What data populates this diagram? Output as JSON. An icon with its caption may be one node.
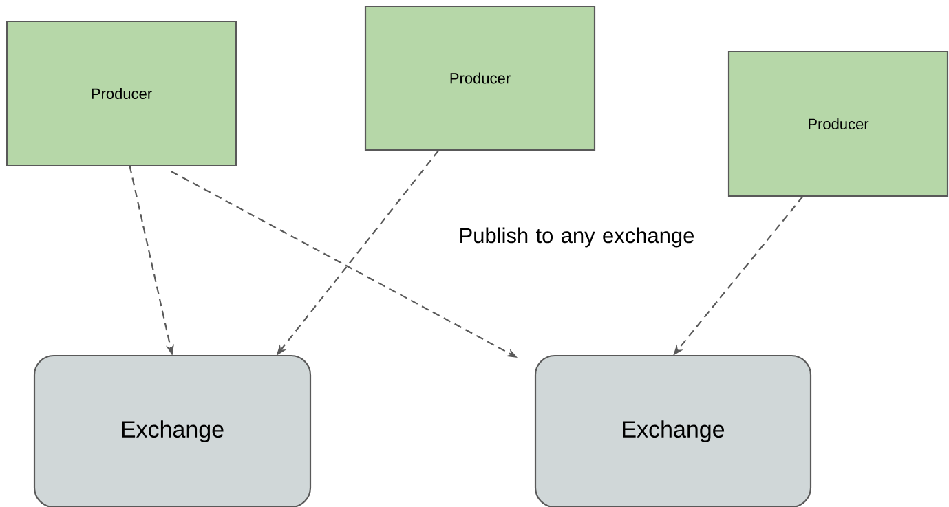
{
  "diagram": {
    "nodes": [
      {
        "text": [
          "Producer"
        ]
      },
      {
        "text": [
          "Producer"
        ]
      },
      {
        "text": [
          "Producer"
        ]
      },
      {
        "text": [
          "Exchange"
        ]
      },
      {
        "text": [
          "Exchange"
        ]
      }
    ],
    "edges": [
      {
        "from": 0,
        "to": 3,
        "arrow": "to",
        "style": "dashed"
      },
      {
        "from": 0,
        "to": 4,
        "arrow": "to",
        "style": "dashed"
      },
      {
        "from": 1,
        "to": 3,
        "arrow": "to",
        "style": "dashed"
      },
      {
        "from": 2,
        "to": 4,
        "arrow": "to",
        "style": "dashed"
      }
    ],
    "labels": [
      "Publish to any exchange"
    ]
  }
}
